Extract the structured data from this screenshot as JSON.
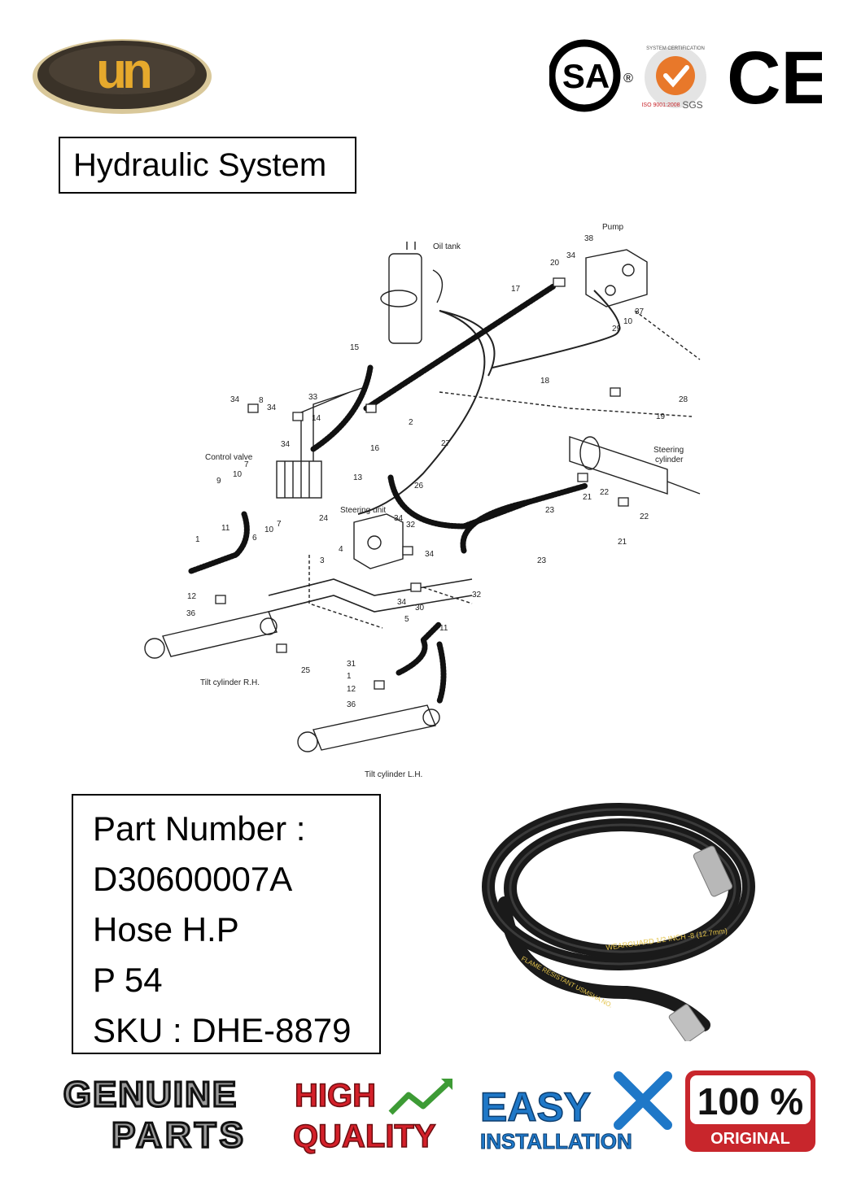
{
  "logo": {
    "text": "un"
  },
  "certifications": {
    "csa": "SA",
    "registered_mark": "®",
    "sgs_ring_top": "SYSTEM CERTIFICATION",
    "sgs_ring_bottom": "ISO 9001:2008",
    "sgs": "SGS",
    "ce": "CE"
  },
  "section_title": "Hydraulic System",
  "diagram": {
    "labels": {
      "oil_tank": "Oil tank",
      "pump": "Pump",
      "control_valve": "Control valve",
      "steering_unit": "Steering unit",
      "steering_cylinder_1": "Steering",
      "steering_cylinder_2": "cylinder",
      "tilt_rh": "Tilt cylinder R.H.",
      "tilt_lh": "Tilt cylinder L.H."
    },
    "callouts": [
      "38",
      "20",
      "34",
      "17",
      "37",
      "10",
      "29",
      "15",
      "18",
      "28",
      "19",
      "2",
      "27",
      "34",
      "8",
      "34",
      "33",
      "14",
      "16",
      "13",
      "34",
      "7",
      "10",
      "9",
      "26",
      "24",
      "21",
      "22",
      "22",
      "21",
      "34",
      "32",
      "23",
      "11",
      "6",
      "10",
      "7",
      "23",
      "1",
      "3",
      "4",
      "34",
      "32",
      "12",
      "36",
      "34",
      "30",
      "5",
      "11",
      "25",
      "31",
      "1",
      "12",
      "36"
    ]
  },
  "part": {
    "line1": "Part Number :",
    "line2": "D30600007A",
    "line3": "Hose H.P",
    "line4": "P 54",
    "line5": "SKU : DHE-8879"
  },
  "hose_print": {
    "text1": "WEARGUARD 1/2 INCH -8 (12.7mm)",
    "text2": "FLAME RESISTANT  USMSHA NO."
  },
  "badges": {
    "genuine_1": "GENUINE",
    "genuine_2": "PARTS",
    "high": "HIGH",
    "quality": "QUALITY",
    "easy": "EASY",
    "installation": "INSTALLATION",
    "pct": "100 %",
    "original": "ORIGINAL"
  },
  "colors": {
    "logo_gold": "#e6a92c",
    "logo_dark": "#3a3228",
    "sgs_orange": "#e8782a",
    "quality_red": "#d4202a",
    "quality_green": "#3d9b35",
    "easy_blue": "#1f78c8",
    "original_red": "#c8262c"
  }
}
